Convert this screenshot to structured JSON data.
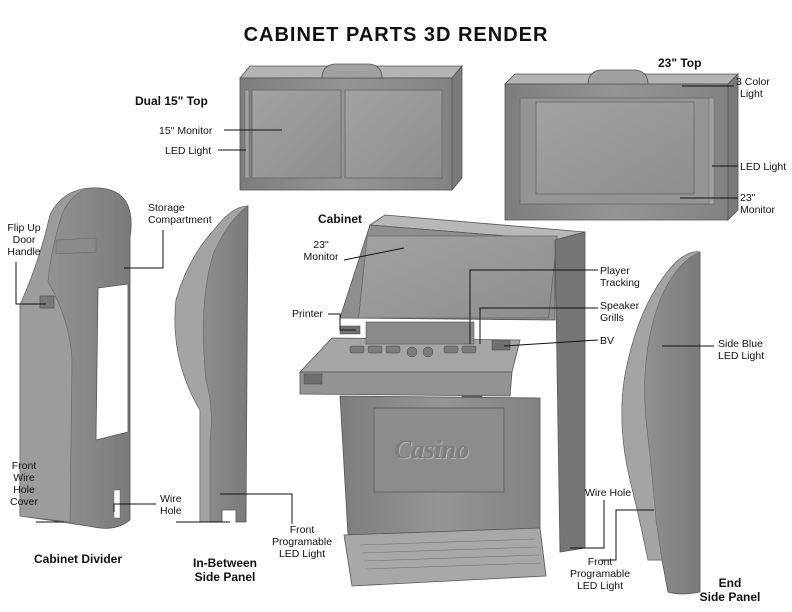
{
  "title": "CABINET PARTS 3D RENDER",
  "dual_top": {
    "heading": "Dual 15\" Top",
    "monitor_label": "15\" Monitor",
    "led_label": "LED Light"
  },
  "single_top": {
    "heading": "23\" Top",
    "color_light_label_1": "3 Color",
    "color_light_label_2": "Light",
    "led_label": "LED Light",
    "monitor_label_1": "23\"",
    "monitor_label_2": "Monitor"
  },
  "cabinet_divider": {
    "heading": "Cabinet Divider",
    "handle_label_1": "Flip Up",
    "handle_label_2": "Door",
    "handle_label_3": "Handle",
    "storage_label_1": "Storage",
    "storage_label_2": "Compartment",
    "wire_cover_label_1": "Front",
    "wire_cover_label_2": "Wire",
    "wire_cover_label_3": "Hole",
    "wire_cover_label_4": "Cover"
  },
  "in_between_panel": {
    "heading_1": "In-Between",
    "heading_2": "Side Panel",
    "wire_hole_label_1": "Wire",
    "wire_hole_label_2": "Hole",
    "led_label_1": "Front",
    "led_label_2": "Programable",
    "led_label_3": "LED Light"
  },
  "cabinet": {
    "heading": "Cabinet",
    "monitor_label_1": "23\"",
    "monitor_label_2": "Monitor",
    "printer_label": "Printer",
    "player_tracking_label_1": "Player",
    "player_tracking_label_2": "Tracking",
    "speaker_label_1": "Speaker",
    "speaker_label_2": "Grills",
    "bv_label": "BV",
    "casino_text": "Casino"
  },
  "end_panel": {
    "heading_1": "End",
    "heading_2": "Side Panel",
    "side_led_label_1": "Side Blue",
    "side_led_label_2": "LED Light",
    "wire_hole_label": "Wire Hole",
    "front_led_label_1": "Front",
    "front_led_label_2": "Programable",
    "front_led_label_3": "LED Light"
  },
  "colors": {
    "body": "#8a8a8a",
    "dark": "#6e6e6e",
    "light": "#a8a8a8",
    "screen": "#9c9c9c",
    "line": "#111111"
  }
}
